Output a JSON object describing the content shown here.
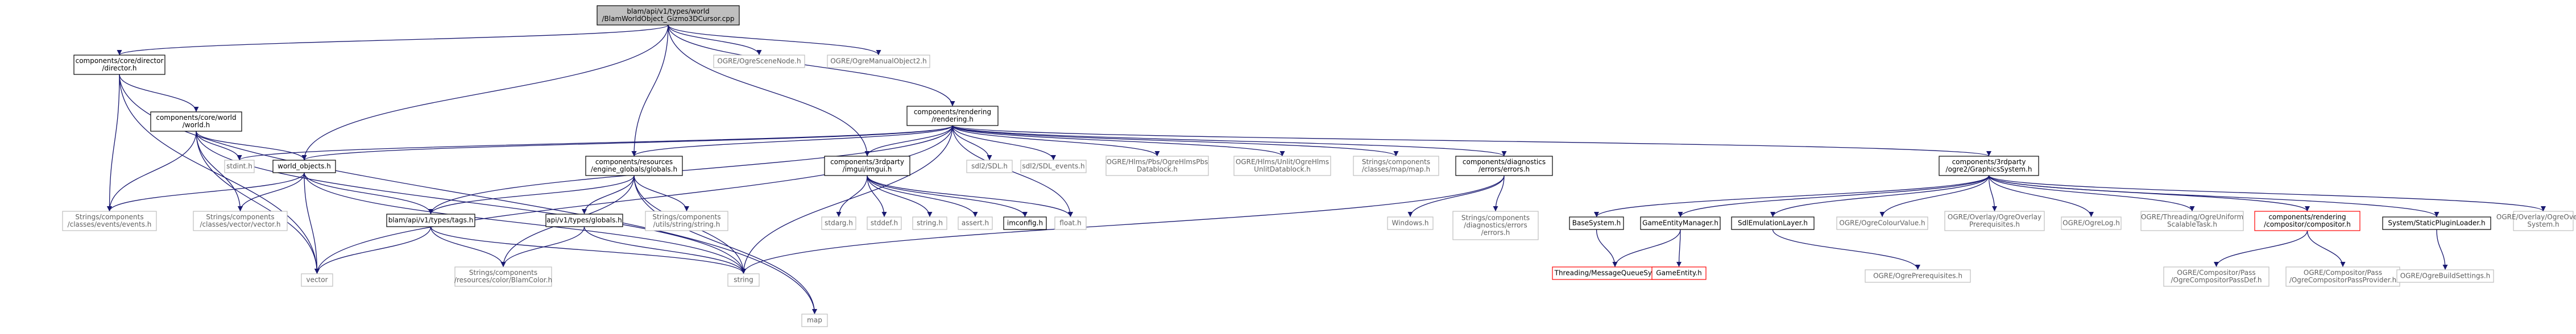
{
  "graph": {
    "colors": {
      "edge": "#191970",
      "node_border": "#000000",
      "external_border": "#bfbfbf",
      "missing_border": "#ff0000",
      "root_fill": "#bfbfbf",
      "text": "#000000",
      "external_text": "#606060"
    },
    "nodes": [
      {
        "id": "root",
        "kind": "root",
        "lines": [
          "blam/api/v1/types/world",
          "/BlamWorldObject_Gizmo3DCursor.cpp"
        ]
      },
      {
        "id": "director",
        "kind": "internal",
        "lines": [
          "components/core/director",
          "/director.h"
        ]
      },
      {
        "id": "scenenode",
        "kind": "external",
        "lines": [
          "OGRE/OgreSceneNode.h"
        ]
      },
      {
        "id": "manualobj",
        "kind": "external",
        "lines": [
          "OGRE/OgreManualObject2.h"
        ]
      },
      {
        "id": "rendering",
        "kind": "internal",
        "lines": [
          "components/rendering",
          "/rendering.h"
        ]
      },
      {
        "id": "world",
        "kind": "internal",
        "lines": [
          "components/core/world",
          "/world.h"
        ]
      },
      {
        "id": "stdint",
        "kind": "external",
        "lines": [
          "stdint.h"
        ]
      },
      {
        "id": "world_objects",
        "kind": "internal",
        "lines": [
          "world_objects.h"
        ]
      },
      {
        "id": "engine_globals",
        "kind": "internal",
        "lines": [
          "components/resources",
          "/engine_globals/globals.h"
        ]
      },
      {
        "id": "imgui",
        "kind": "internal",
        "lines": [
          "components/3rdparty",
          "/imgui/imgui.h"
        ]
      },
      {
        "id": "sdl2sdl",
        "kind": "external",
        "lines": [
          "sdl2/SDL.h"
        ]
      },
      {
        "id": "sdl2events",
        "kind": "external",
        "lines": [
          "sdl2/SDL_events.h"
        ]
      },
      {
        "id": "hlmspbs",
        "kind": "external",
        "lines": [
          "OGRE/Hlms/Pbs/OgreHlmsPbs",
          "Datablock.h"
        ]
      },
      {
        "id": "hlmsunlit",
        "kind": "external",
        "lines": [
          "OGRE/Hlms/Unlit/OgreHlms",
          "UnlitDatablock.h"
        ]
      },
      {
        "id": "strmap",
        "kind": "external",
        "lines": [
          "Strings/components",
          "/classes/map/map.h"
        ]
      },
      {
        "id": "diag_errors",
        "kind": "internal",
        "lines": [
          "components/diagnostics",
          "/errors/errors.h"
        ]
      },
      {
        "id": "ogre2gfx",
        "kind": "internal",
        "lines": [
          "components/3rdparty",
          "/ogre2/GraphicsSystem.h"
        ]
      },
      {
        "id": "str_events",
        "kind": "external",
        "lines": [
          "Strings/components",
          "/classes/events/events.h"
        ]
      },
      {
        "id": "str_vector",
        "kind": "external",
        "lines": [
          "Strings/components",
          "/classes/vector/vector.h"
        ]
      },
      {
        "id": "tags",
        "kind": "internal",
        "lines": [
          "blam/api/v1/types/tags.h"
        ]
      },
      {
        "id": "api_globals",
        "kind": "internal",
        "lines": [
          "api/v1/types/globals.h"
        ]
      },
      {
        "id": "str_string",
        "kind": "external",
        "lines": [
          "Strings/components",
          "/utils/string/string.h"
        ]
      },
      {
        "id": "stdarg",
        "kind": "external",
        "lines": [
          "stdarg.h"
        ]
      },
      {
        "id": "stddef",
        "kind": "external",
        "lines": [
          "stddef.h"
        ]
      },
      {
        "id": "stringh",
        "kind": "external",
        "lines": [
          "string.h"
        ]
      },
      {
        "id": "assert",
        "kind": "external",
        "lines": [
          "assert.h"
        ]
      },
      {
        "id": "imconfig",
        "kind": "internal",
        "lines": [
          "imconfig.h"
        ]
      },
      {
        "id": "float",
        "kind": "external",
        "lines": [
          "float.h"
        ]
      },
      {
        "id": "windows",
        "kind": "external",
        "lines": [
          "Windows.h"
        ]
      },
      {
        "id": "str_diag",
        "kind": "external",
        "lines": [
          "Strings/components",
          "/diagnostics/errors",
          "/errors.h"
        ]
      },
      {
        "id": "basesystem",
        "kind": "internal",
        "lines": [
          "BaseSystem.h"
        ]
      },
      {
        "id": "gem",
        "kind": "internal",
        "lines": [
          "GameEntityManager.h"
        ]
      },
      {
        "id": "sdlemu",
        "kind": "internal",
        "lines": [
          "SdlEmulationLayer.h"
        ]
      },
      {
        "id": "colourvalue",
        "kind": "external",
        "lines": [
          "OGRE/OgreColourValue.h"
        ]
      },
      {
        "id": "overlayprereq",
        "kind": "external",
        "lines": [
          "OGRE/Overlay/OgreOverlay",
          "Prerequisites.h"
        ]
      },
      {
        "id": "ogrelog",
        "kind": "external",
        "lines": [
          "OGRE/OgreLog.h"
        ]
      },
      {
        "id": "threading",
        "kind": "external",
        "lines": [
          "OGRE/Threading/OgreUniform",
          "ScalableTask.h"
        ]
      },
      {
        "id": "compositor",
        "kind": "missing",
        "lines": [
          "components/rendering",
          "/compositor/compositor.h"
        ]
      },
      {
        "id": "staticplugin",
        "kind": "internal",
        "lines": [
          "System/StaticPluginLoader.h"
        ]
      },
      {
        "id": "overlaysys",
        "kind": "external",
        "lines": [
          "OGRE/Overlay/OgreOverlay",
          "System.h"
        ]
      },
      {
        "id": "vector",
        "kind": "external",
        "lines": [
          "vector"
        ]
      },
      {
        "id": "string",
        "kind": "external",
        "lines": [
          "string"
        ]
      },
      {
        "id": "blamcolor",
        "kind": "external",
        "lines": [
          "Strings/components",
          "/resources/color/BlamColor.h"
        ]
      },
      {
        "id": "msgqueue",
        "kind": "missing",
        "lines": [
          "Threading/MessageQueueSystem.h"
        ]
      },
      {
        "id": "gameentity",
        "kind": "missing",
        "lines": [
          "GameEntity.h"
        ]
      },
      {
        "id": "ogreprereq",
        "kind": "external",
        "lines": [
          "OGRE/OgrePrerequisites.h"
        ]
      },
      {
        "id": "passdef",
        "kind": "external",
        "lines": [
          "OGRE/Compositor/Pass",
          "/OgreCompositorPassDef.h"
        ]
      },
      {
        "id": "passprovider",
        "kind": "external",
        "lines": [
          "OGRE/Compositor/Pass",
          "/OgreCompositorPassProvider.h"
        ]
      },
      {
        "id": "buildsettings",
        "kind": "external",
        "lines": [
          "OGRE/OgreBuildSettings.h"
        ]
      },
      {
        "id": "map",
        "kind": "external",
        "lines": [
          "map"
        ]
      }
    ]
  }
}
